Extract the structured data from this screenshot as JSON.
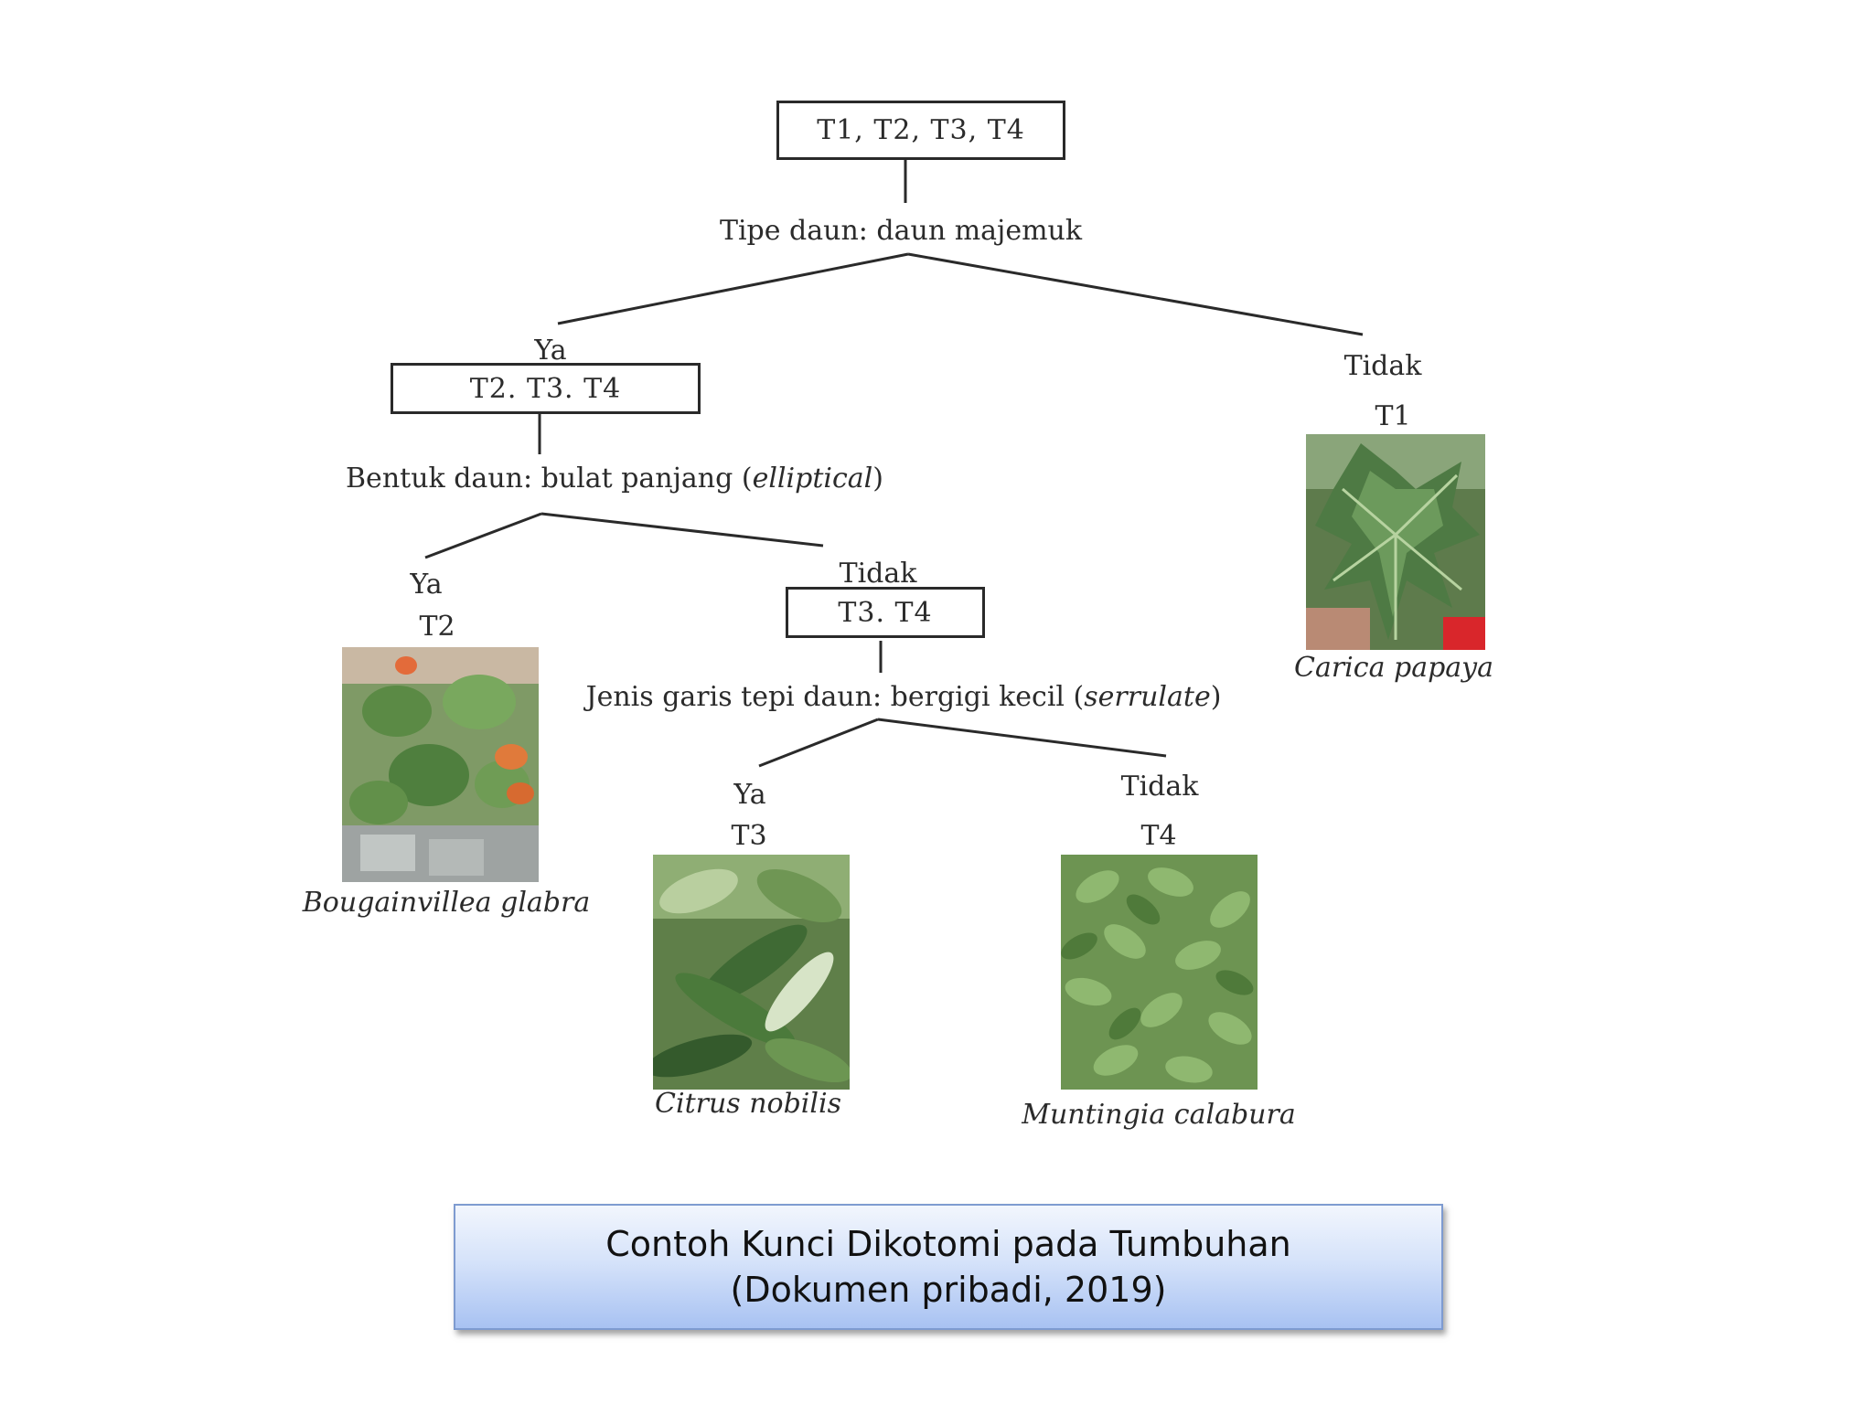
{
  "key": {
    "root_box": "T1, T2, T3, T4",
    "q1": "Tipe daun: daun majemuk",
    "q1_yes": "Ya",
    "q1_no": "Tidak",
    "box_2": "T2. T3. T4",
    "q2_text": "Bentuk daun: bulat panjang (",
    "q2_term": "elliptical",
    "q2_end": ")",
    "q2_yes": "Ya",
    "q2_no": "Tidak",
    "box_3": "T3. T4",
    "q3_text": "Jenis garis tepi daun: bergigi kecil (",
    "q3_term": "serrulate",
    "q3_end": ")",
    "q3_yes": "Ya",
    "q3_no": "Tidak"
  },
  "plants": {
    "t1": {
      "code": "T1",
      "species": "Carica papaya"
    },
    "t2": {
      "code": "T2",
      "species": "Bougainvillea glabra"
    },
    "t3": {
      "code": "T3",
      "species": "Citrus nobilis"
    },
    "t4": {
      "code": "T4",
      "species": "Muntingia calabura"
    }
  },
  "caption": {
    "line1": "Contoh Kunci Dikotomi pada Tumbuhan",
    "line2": "(Dokumen pribadi, 2019)"
  },
  "colors": {
    "line": "#2a2a2a",
    "caption_top": "#f2f6fd",
    "caption_bottom": "#a8c2f2",
    "leaf_dark": "#3f6b35",
    "leaf_light": "#7fa866"
  }
}
